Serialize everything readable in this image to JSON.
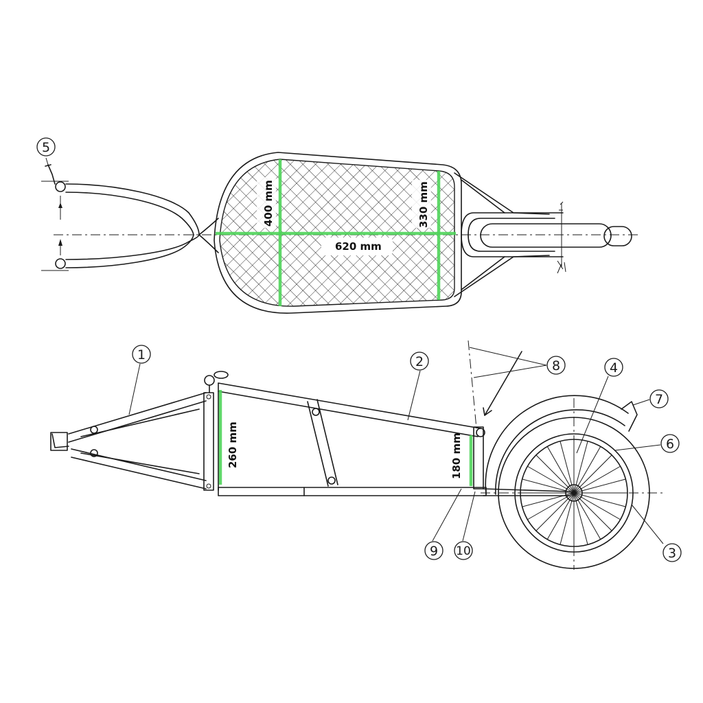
{
  "diagram": {
    "subject": "Single-wheel bicycle cargo trailer",
    "views": [
      "top-view",
      "side-view"
    ],
    "colors": {
      "line": "#1a1a1a",
      "dimension": "#4fd45a",
      "background": "#ffffff"
    },
    "top_view": {
      "dimensions": {
        "front_width": "400 mm",
        "rear_width": "330 mm",
        "length": "620 mm"
      }
    },
    "side_view": {
      "dimensions": {
        "front_height": "260 mm",
        "rear_height": "180 mm"
      }
    },
    "callouts": [
      {
        "number": "1",
        "part": "drawbar"
      },
      {
        "number": "2",
        "part": "frame-top-rail"
      },
      {
        "number": "3",
        "part": "wheel"
      },
      {
        "number": "4",
        "part": "spokes"
      },
      {
        "number": "5",
        "part": "hitch-coupling"
      },
      {
        "number": "6",
        "part": "tire"
      },
      {
        "number": "7",
        "part": "reflector"
      },
      {
        "number": "8",
        "part": "flag-pole"
      },
      {
        "number": "9",
        "part": "frame-joint"
      },
      {
        "number": "10",
        "part": "axle-mount"
      }
    ]
  }
}
